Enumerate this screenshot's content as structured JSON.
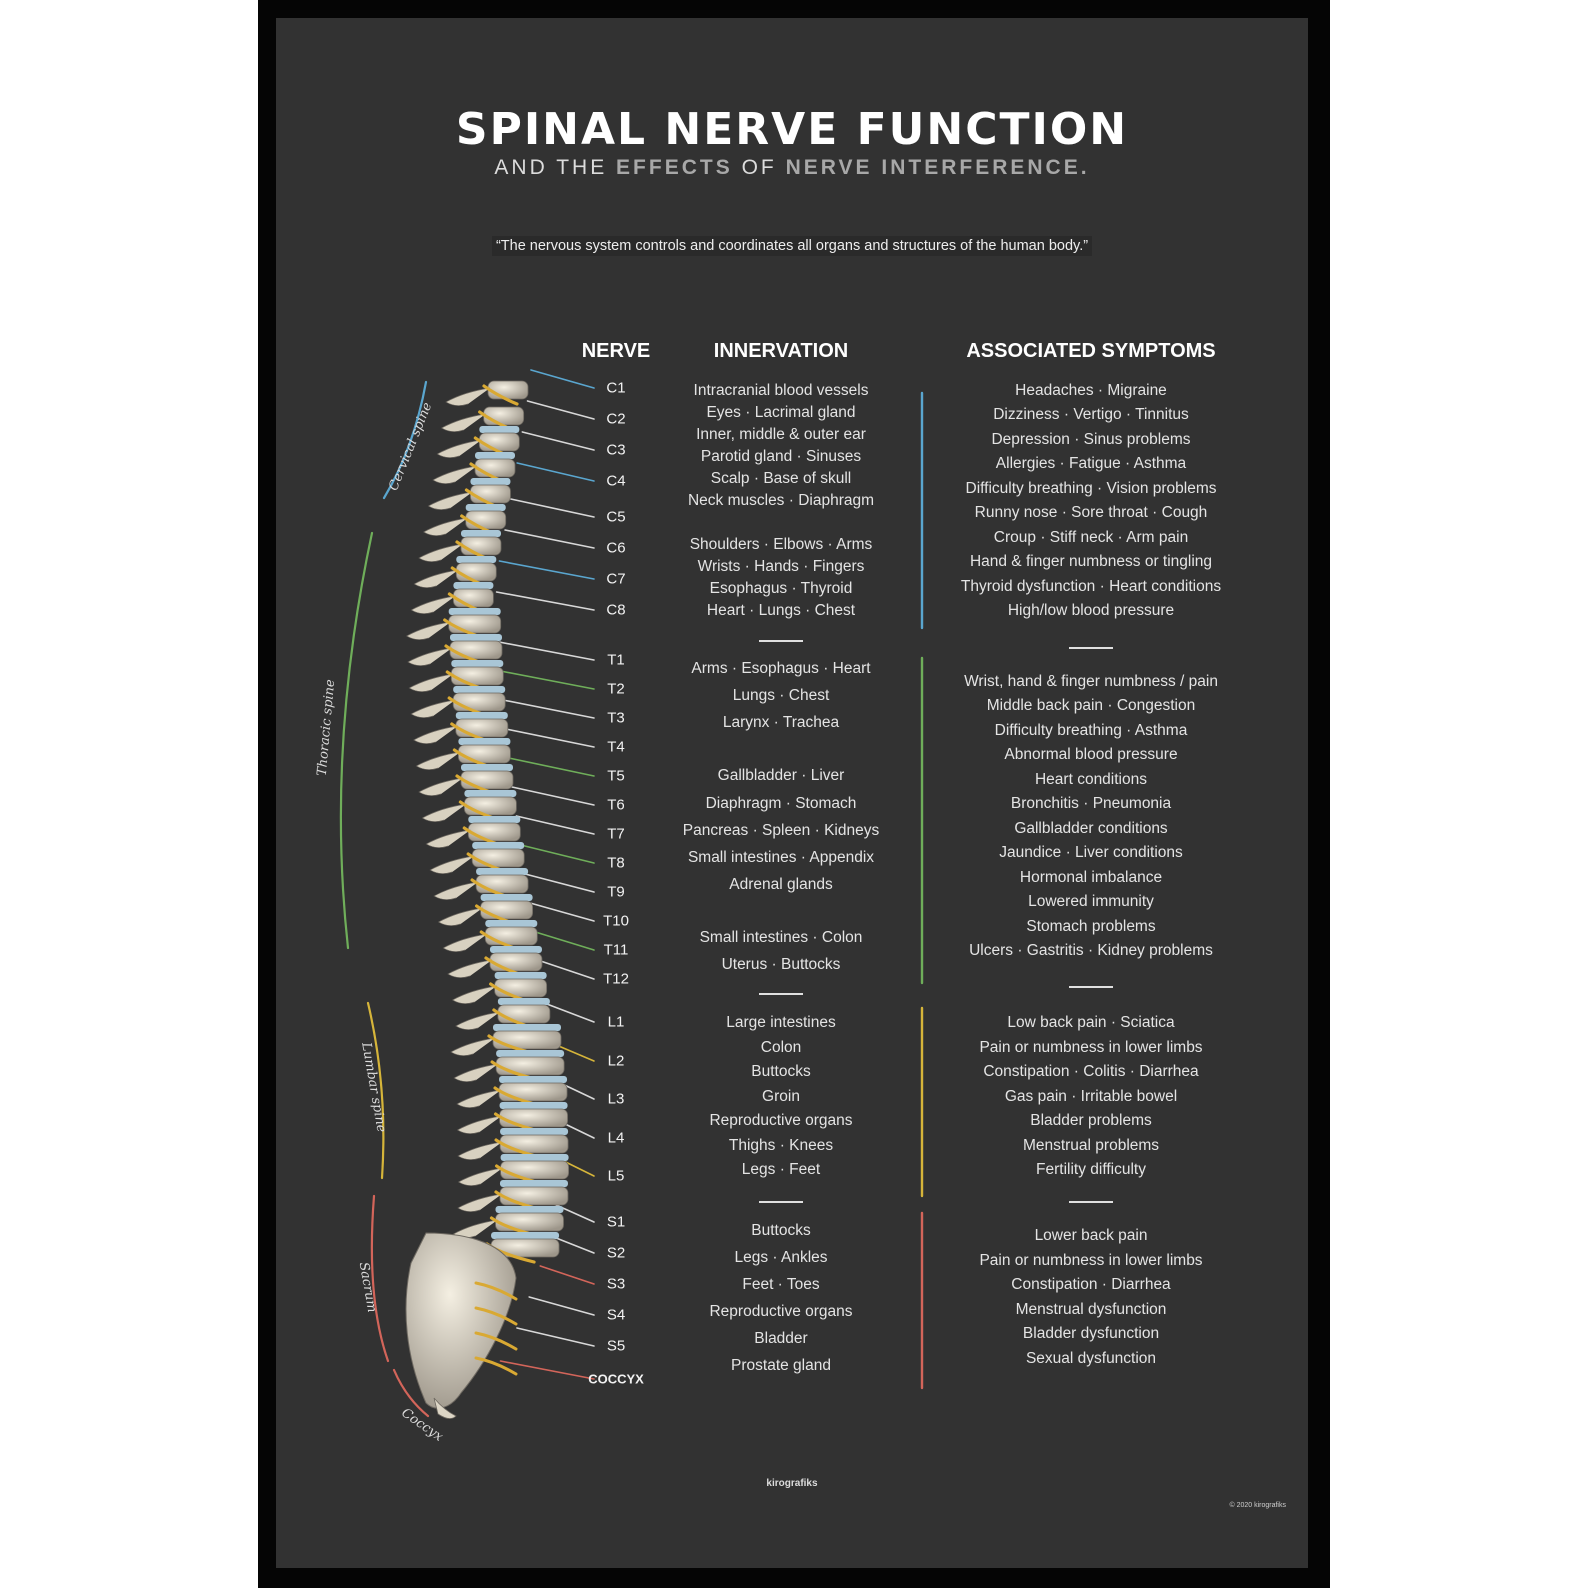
{
  "title": "SPINAL NERVE FUNCTION",
  "subtitle_prefix": "AND THE",
  "subtitle_bold": "EFFECTS",
  "subtitle_mid": "OF",
  "subtitle_end": "NERVE INTERFERENCE.",
  "quote": "“The nervous system controls and coordinates all organs and structures of the human body.”",
  "headers": {
    "nerve": "NERVE",
    "innervation": "INNERVATION",
    "symptoms": "ASSOCIATED SYMPTOMS"
  },
  "regions": [
    {
      "label": "Cervical spine",
      "color": "#5aa6cf"
    },
    {
      "label": "Thoracic spine",
      "color": "#6fae5a"
    },
    {
      "label": "Lumbar spine",
      "color": "#d6b53a"
    },
    {
      "label": "Sacrum",
      "color": "#d3655a"
    },
    {
      "label": "Coccyx",
      "color": "#d3655a"
    }
  ],
  "nerves": [
    "C1",
    "C2",
    "C3",
    "C4",
    "C5",
    "C6",
    "C7",
    "C8",
    "T1",
    "T2",
    "T3",
    "T4",
    "T5",
    "T6",
    "T7",
    "T8",
    "T9",
    "T10",
    "T11",
    "T12",
    "L1",
    "L2",
    "L3",
    "L4",
    "L5",
    "S1",
    "S2",
    "S3",
    "S4",
    "S5",
    "COCCYX"
  ],
  "innervation": [
    "Intracranial blood vessels",
    "Eyes · Lacrimal gland",
    "Inner, middle & outer ear",
    "Parotid gland · Sinuses",
    "Scalp · Base of skull",
    "Neck muscles · Diaphragm",
    "Shoulders · Elbows · Arms",
    "Wrists · Hands · Fingers",
    "Esophagus · Thyroid",
    "Heart · Lungs · Chest",
    "Arms · Esophagus · Heart",
    "Lungs · Chest",
    "Larynx · Trachea",
    "Gallbladder · Liver",
    "Diaphragm · Stomach",
    "Pancreas · Spleen · Kidneys",
    "Small intestines · Appendix",
    "Adrenal glands",
    "Small intestines · Colon",
    "Uterus · Buttocks",
    "Large intestines",
    "Colon",
    "Buttocks",
    "Groin",
    "Reproductive organs",
    "Thighs · Knees",
    "Legs · Feet",
    "Buttocks",
    "Legs · Ankles",
    "Feet · Toes",
    "Reproductive organs",
    "Bladder",
    "Prostate gland"
  ],
  "symptoms": [
    "Headaches · Migraine",
    "Dizziness · Vertigo · Tinnitus",
    "Depression · Sinus problems",
    "Allergies · Fatigue · Asthma",
    "Difficulty breathing · Vision problems",
    "Runny nose · Sore throat · Cough",
    "Croup · Stiff neck · Arm pain",
    "Hand & finger numbness or tingling",
    "Thyroid dysfunction · Heart conditions",
    "High/low blood pressure",
    "Wrist, hand & finger numbness / pain",
    "Middle back pain · Congestion",
    "Difficulty breathing · Asthma",
    "Abnormal blood pressure",
    "Heart conditions",
    "Bronchitis · Pneumonia",
    "Gallbladder conditions",
    "Jaundice · Liver conditions",
    "Hormonal imbalance",
    "Lowered immunity",
    "Stomach problems",
    "Ulcers · Gastritis · Kidney problems",
    "Low back pain · Sciatica",
    "Pain or numbness in lower limbs",
    "Constipation · Colitis · Diarrhea",
    "Gas pain · Irritable bowel",
    "Bladder problems",
    "Menstrual problems",
    "Fertility difficulty",
    "Lower back pain",
    "Pain or numbness in lower limbs",
    "Constipation · Diarrhea",
    "Menstrual dysfunction",
    "Bladder dysfunction",
    "Sexual dysfunction"
  ],
  "brand": "kirografiks",
  "copyright": "© 2020 kirografiks",
  "colors": {
    "background": "#323232",
    "frame": "#050505",
    "cervical": "#5aa6cf",
    "thoracic": "#6fae5a",
    "lumbar": "#d6b53a",
    "sacral": "#d3655a",
    "nerve_yellow": "#d9a933",
    "bone": "#e8e2d2",
    "disc": "#a9c6d6"
  }
}
